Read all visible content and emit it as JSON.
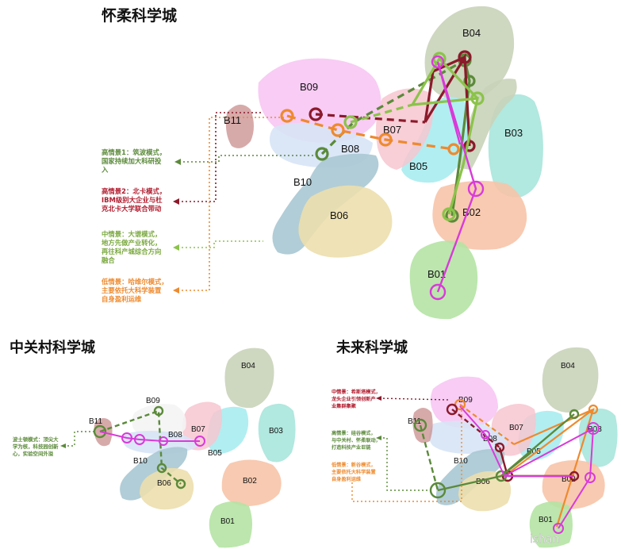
{
  "titles": {
    "huairou": "怀柔科学城",
    "zhongguancun": "中关村科学城",
    "weilai": "未来科学城"
  },
  "zones": {
    "b01": "B01",
    "b02": "B02",
    "b03": "B03",
    "b04": "B04",
    "b05": "B05",
    "b06": "B06",
    "b07": "B07",
    "b08": "B08",
    "b09": "B09",
    "b10": "B10",
    "b11": "B11"
  },
  "huairou_notes": {
    "high1": [
      "高情景1：筑波模式，",
      "国家持续加大科研投",
      "入"
    ],
    "high2": [
      "高情景2：北卡模式，",
      "IBM级别大企业与杜",
      "克北卡大学联合带动"
    ],
    "mid": [
      "中情景：大谱模式，",
      "地方先做产业转化，",
      "再往科产城综合方向",
      "融合"
    ],
    "low": [
      "低情景：哈维尔模式，",
      "主要依托大科学装置",
      "自身盈利运维"
    ]
  },
  "zgc_note": [
    "波士顿模式：顶尖大",
    "学为核，科技园创新",
    "心，实验空间外溢"
  ],
  "weilai_notes": {
    "mid": [
      "中情景：希斯塔模式，",
      "龙头企业引领创新产",
      "业集群集聚"
    ],
    "high": [
      "高情景：硅谷模式，",
      "与中关村、怀柔联动，",
      "打造科技产业巨链"
    ],
    "low": [
      "低情景：新谷模式，",
      "主要依托大科学装置",
      "自身盈利运维"
    ]
  },
  "watermark": "ishan",
  "colors": {
    "dark_green": "#5b8a3a",
    "dark_red": "#8b1a2b",
    "light_green": "#8bc34a",
    "orange": "#ee8a2e",
    "magenta": "#d93ad9"
  }
}
